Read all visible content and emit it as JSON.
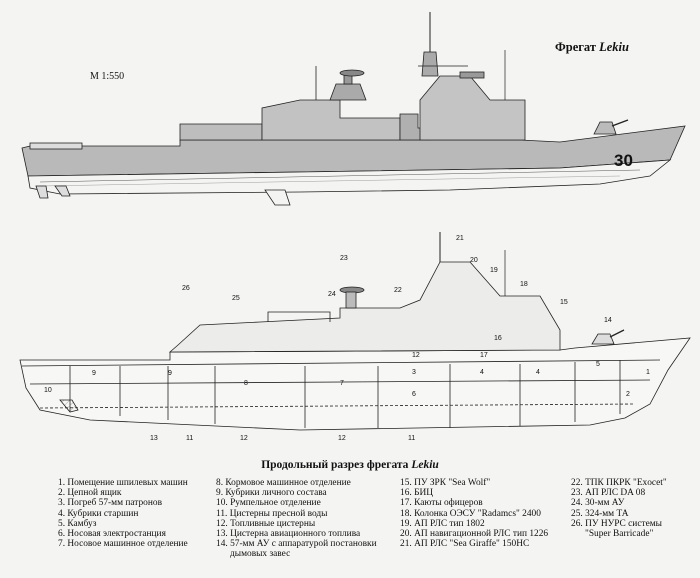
{
  "title": {
    "prefix": "Фрегат ",
    "name": "Lekiu"
  },
  "scale": "М 1:550",
  "hull_number": "30",
  "section_title": {
    "prefix": "Продольный разрез фрегата ",
    "name": "Lekiu"
  },
  "legend": [
    [
      "1. Помещение шпилевых машин",
      "2. Цепной ящик",
      "3. Погреб 57-мм патронов",
      "4. Кубрики старшин",
      "5. Камбуз",
      "6. Носовая электростанция",
      "7. Носовое машинное отделение"
    ],
    [
      "8. Кормовое машинное отделение",
      "9. Кубрики личного состава",
      "10. Румпельное отделение",
      "11. Цистерны пресной воды",
      "12. Топливные цистерны",
      "13. Цистерна авиационного топлива",
      "14. 57-мм АУ с аппаратурой постановки",
      "дымовых завес"
    ],
    [
      "15. ПУ ЗРК \"Sea Wolf\"",
      "16. БИЦ",
      "17. Каюты офицеров",
      "18. Колонка ОЭСУ \"Radamcs\" 2400",
      "19. АП РЛС тип 1802",
      "20. АП навигационной РЛС тип 1226",
      "21. АП РЛС \"Sea Giraffe\" 150HC"
    ],
    [
      "22. ТПК ПКРК \"Exocet\"",
      "23. АП РЛС DA 08",
      "24. 30-мм АУ",
      "25. 324-мм ТА",
      "26. ПУ НУРС системы",
      "\"Super Barricade\""
    ]
  ],
  "callouts": {
    "upper": [
      "21",
      "23",
      "20",
      "19",
      "18",
      "26",
      "25",
      "24",
      "22",
      "15",
      "16",
      "14"
    ],
    "compartments": [
      "10",
      "9",
      "9",
      "8",
      "7",
      "3",
      "4",
      "4",
      "2",
      "1",
      "17",
      "6",
      "5",
      "12"
    ],
    "lower": [
      "13",
      "11",
      "12",
      "12",
      "11"
    ]
  }
}
